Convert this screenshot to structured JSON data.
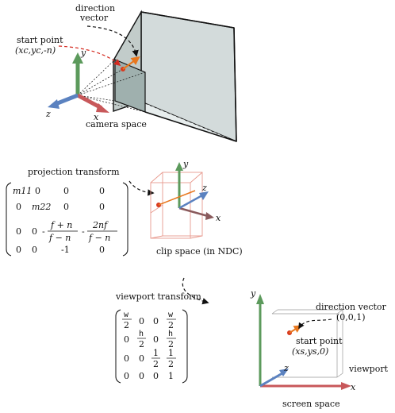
{
  "labels": {
    "direction_vector_top_1": "direction",
    "direction_vector_top_2": "vector",
    "start_point_top": "start point",
    "start_point_top_coords": "(xc,yc,-n)",
    "camera_space": "camera space",
    "projection_transform": "projection transform",
    "clip_space": "clip space (in NDC)",
    "viewport_transform": "viewport transform",
    "direction_vector_bottom": "direction vector",
    "direction_vector_bottom_value": "(0,0,1)",
    "start_point_bottom": "start point",
    "start_point_bottom_coords": "(xs,ys,0)",
    "viewport": "viewport",
    "screen_space": "screen space"
  },
  "axes": {
    "x": "x",
    "y": "y",
    "z": "z"
  },
  "projection_matrix": {
    "r1c1": "m11",
    "r1c2": "0",
    "r1c3": "0",
    "r1c4": "0",
    "r2c1": "0",
    "r2c2": "m22",
    "r2c3": "0",
    "r2c4": "0",
    "r3c1": "0",
    "r3c2": "0",
    "r3c3_num": "f + n",
    "r3c3_den": "f − n",
    "r3c4_num": "2nf",
    "r3c4_den": "f − n",
    "minus": "-",
    "r4c1": "0",
    "r4c2": "0",
    "r4c3": "-1",
    "r4c4": "0"
  },
  "viewport_matrix": {
    "w": "w",
    "h": "h",
    "two": "2",
    "one": "1",
    "zero": "0"
  },
  "colors": {
    "x_axis": "#c8585a",
    "y_axis": "#5c9a5c",
    "z_axis": "#5b82c0",
    "start_point": "#d83a1f",
    "direction": "#e8771e",
    "dashed_red": "#d42a20",
    "frustum_fill": "#d3dbdb",
    "frustum_dark": "#9fb0ae",
    "clip_box": "#e89a8e"
  }
}
